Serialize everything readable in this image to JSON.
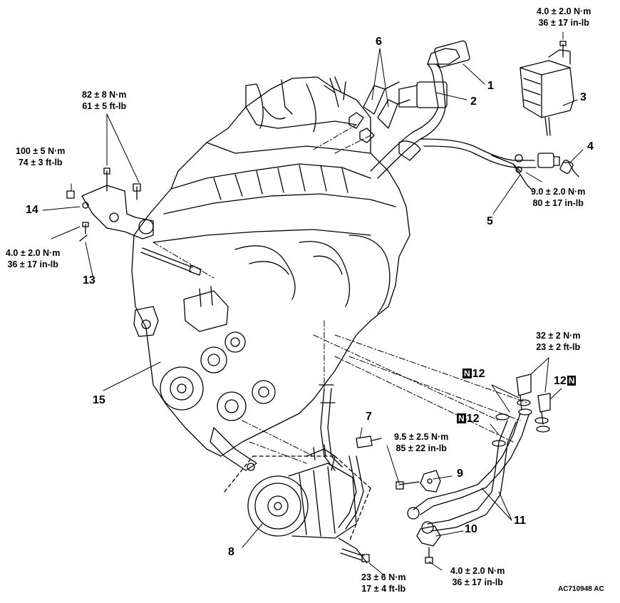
{
  "torques": {
    "t_relay_bolt": {
      "line1": "4.0 ± 2.0 N·m",
      "line2": "36 ± 17 in-lb"
    },
    "t_mount_bolts": {
      "line1": "82 ± 8 N·m",
      "line2": "61 ± 5 ft-lb"
    },
    "t_mount_nut": {
      "line1": "100 ± 5 N·m",
      "line2": "74 ± 3 ft-lb"
    },
    "t_mount_small": {
      "line1": "4.0 ± 2.0 N·m",
      "line2": "36 ± 17 in-lb"
    },
    "t_hose_clamp": {
      "line1": "9.0 ± 2.0 N·m",
      "line2": "80 ± 17 in-lb"
    },
    "t_pipe_bolts": {
      "line1": "32 ± 2 N·m",
      "line2": "23 ± 2 ft-lb"
    },
    "t_bracket": {
      "line1": "9.5 ± 2.5 N·m",
      "line2": "85 ± 22 in-lb"
    },
    "t_compressor": {
      "line1": "23 ± 6 N·m",
      "line2": "17 ± 4 ft-lb"
    },
    "t_clamp_bottom": {
      "line1": "4.0 ± 2.0 N·m",
      "line2": "36 ± 17 in-lb"
    }
  },
  "callouts": {
    "c1": "1",
    "c2": "2",
    "c3": "3",
    "c4": "4",
    "c5": "5",
    "c6": "6",
    "c7": "7",
    "c8": "8",
    "c9": "9",
    "c10": "10",
    "c11": "11",
    "c12a": "12",
    "c12b": "12",
    "c12c": "12",
    "c13": "13",
    "c14": "14",
    "c15": "15"
  },
  "n_mark": "N",
  "figure_code": "AC710948 AC"
}
